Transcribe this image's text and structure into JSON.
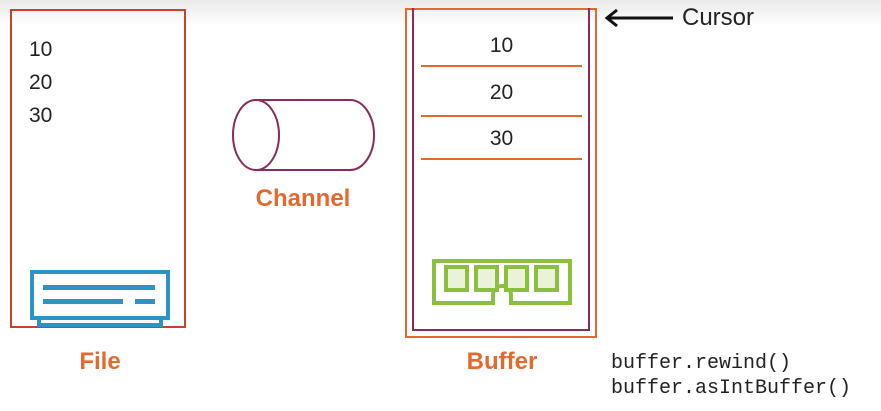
{
  "file": {
    "label": "File",
    "values": [
      "10",
      "20",
      "30"
    ],
    "icon": "disk-drive-icon"
  },
  "channel": {
    "label": "Channel",
    "icon": "cylinder-pipe-icon"
  },
  "buffer": {
    "label": "Buffer",
    "slots": [
      "10",
      "20",
      "30"
    ],
    "icon": "memory-module-icon"
  },
  "cursor": {
    "label": "Cursor",
    "icon": "left-arrow-icon"
  },
  "code": {
    "lines": [
      "buffer.rewind()",
      "buffer.asIntBuffer()"
    ]
  },
  "colors": {
    "file_border": "#c9402b",
    "accent_orange": "#e4692e",
    "channel_stroke": "#8b2b5a",
    "drive_blue": "#2c94c4",
    "ram_green": "#8dbf3f"
  }
}
